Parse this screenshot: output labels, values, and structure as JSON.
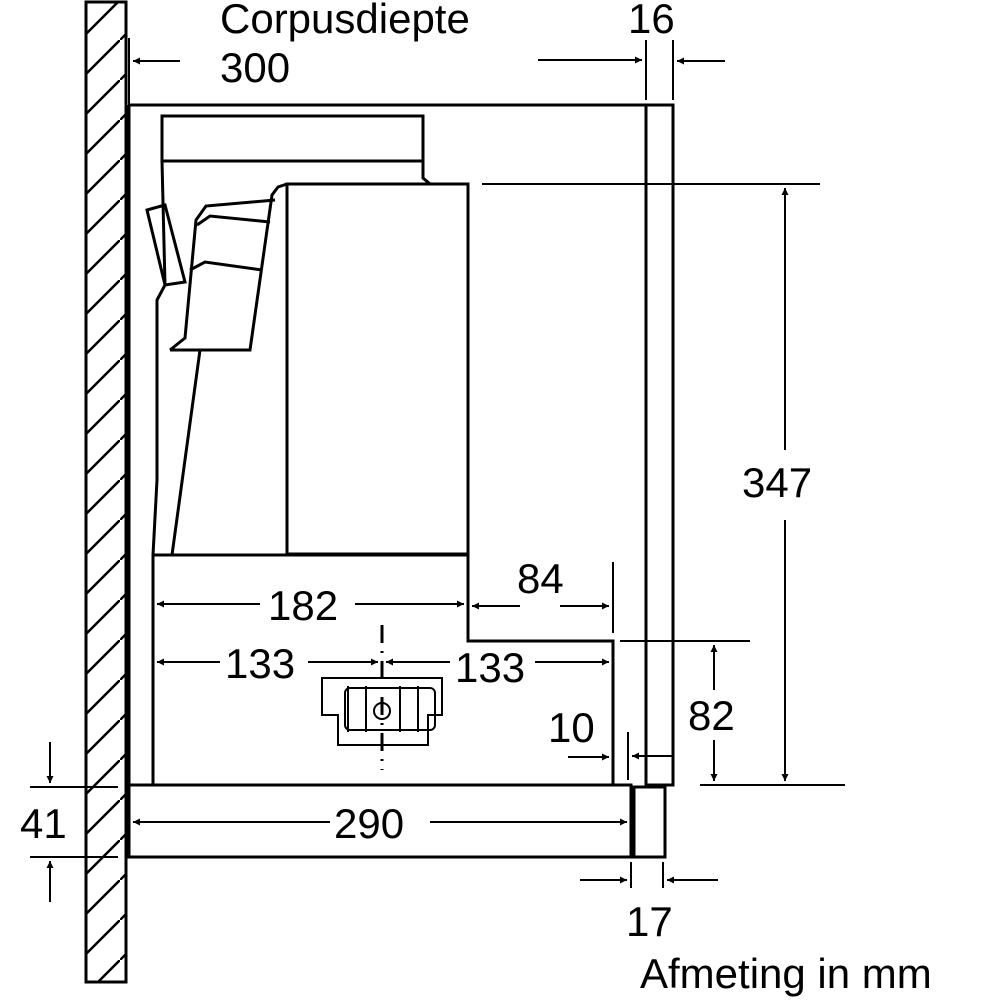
{
  "diagram": {
    "title": "Corpusdiepte",
    "unit_note": "Afmeting in mm",
    "colors": {
      "stroke": "#000000",
      "background": "#ffffff"
    },
    "dimensions": {
      "cabinet_depth": "300",
      "front_thickness": "16",
      "height_total": "347",
      "depth_upper": "182",
      "depth_step": "84",
      "half_left": "133",
      "half_right": "133",
      "step_height": "82",
      "front_gap": "10",
      "bottom_height": "41",
      "bottom_depth": "290",
      "bottom_front": "17"
    }
  }
}
